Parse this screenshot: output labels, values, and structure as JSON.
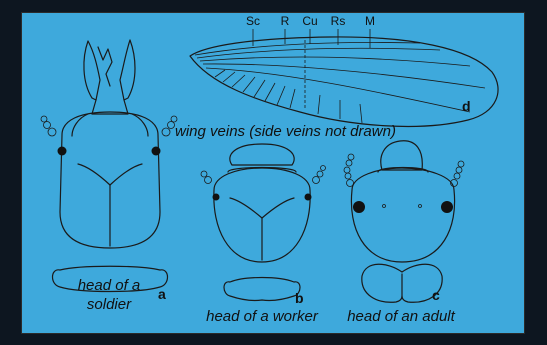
{
  "vein_labels": [
    "Sc",
    "R",
    "Cu",
    "Rs",
    "M"
  ],
  "panel_letters": {
    "a": "a",
    "b": "b",
    "c": "c",
    "d": "d"
  },
  "captions": {
    "wing": "wing veins (side veins not drawn)",
    "soldier_line1": "head of a",
    "soldier_line2": "soldier",
    "worker": "head of a worker",
    "adult": "head of an adult"
  },
  "colors": {
    "panel_bg": "#3ea9dc",
    "frame_bg": "#0d1620",
    "ink": "#1a1a1a"
  }
}
